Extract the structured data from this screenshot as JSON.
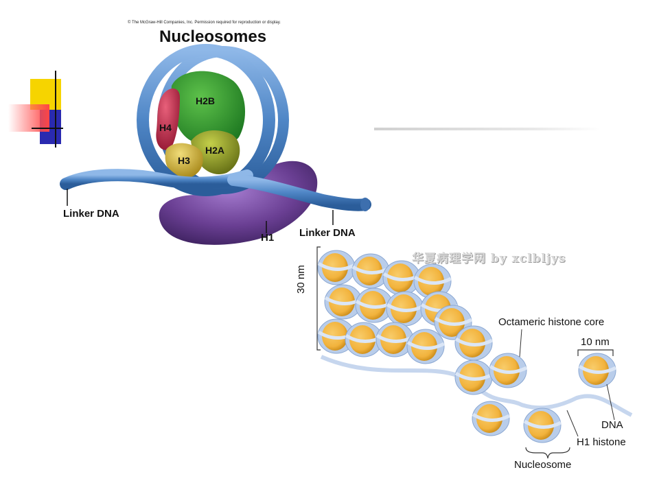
{
  "copyright": "© The McGraw-Hill Companies, Inc. Permission required for reproduction or display.",
  "nucleosome_panel": {
    "title": "Nucleosomes",
    "proteins": [
      "H2B",
      "H4",
      "H2A",
      "H3"
    ],
    "h1_label": "H1",
    "linker_left": "Linker DNA",
    "linker_right": "Linker DNA"
  },
  "fiber_panel": {
    "scale_30": "30 nm",
    "core_label": "Octameric histone core",
    "scale_10": "10 nm",
    "dna_label": "DNA",
    "h1_label": "H1 histone",
    "nucleosome_label": "Nucleosome"
  },
  "watermark": "华夏病理学网 by xclbljys",
  "colors": {
    "dna_blue": "#4f86c6",
    "h1_purple": "#6a3f93",
    "h2b_green": "#2f9a2f",
    "h4_red": "#c0304d",
    "h3_yellow": "#d3b23c",
    "h2a_olive": "#8f9a24",
    "core_orange": "#f2b33d",
    "fiber_blue": "#b9cdea"
  }
}
